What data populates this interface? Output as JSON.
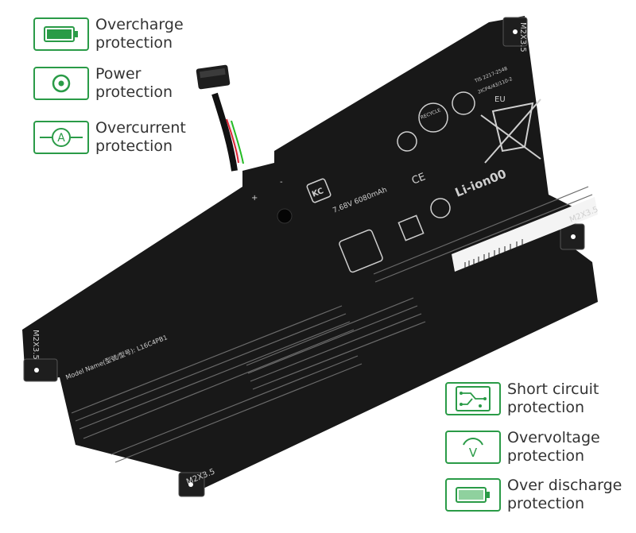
{
  "features": {
    "overcharge": "Overcharge\nprotection",
    "power": "Power\nprotection",
    "overcurrent": "Overcurrent\nprotection",
    "short_circuit": "Short circuit\nprotection",
    "overvoltage": "Overvoltage\nprotection",
    "over_discharge": "Over discharge\nprotection"
  },
  "icons": {
    "overcharge": "battery-full-icon",
    "power": "power-icon",
    "overcurrent": "ammeter-icon",
    "short_circuit": "circuit-board-icon",
    "overvoltage": "voltage-icon",
    "over_discharge": "battery-low-icon"
  },
  "colors": {
    "accent": "#2a9b47",
    "battery_body": "#181818",
    "label_text": "#333333"
  },
  "battery": {
    "screw_label": "M2X3.5",
    "plus_sign": "+",
    "minus_sign": "-",
    "li_ion": "Li-ion00",
    "eu": "EU",
    "ce": "CE",
    "kc": "KC",
    "voltage_capacity": "7.68V  6080mAh",
    "tis": "TIS 2217-2548",
    "spec_code": "2ICP4/43/110-2",
    "model_line": "Model Name(型號/型号): L16C4PB1",
    "recycle": "RECYCLE"
  }
}
